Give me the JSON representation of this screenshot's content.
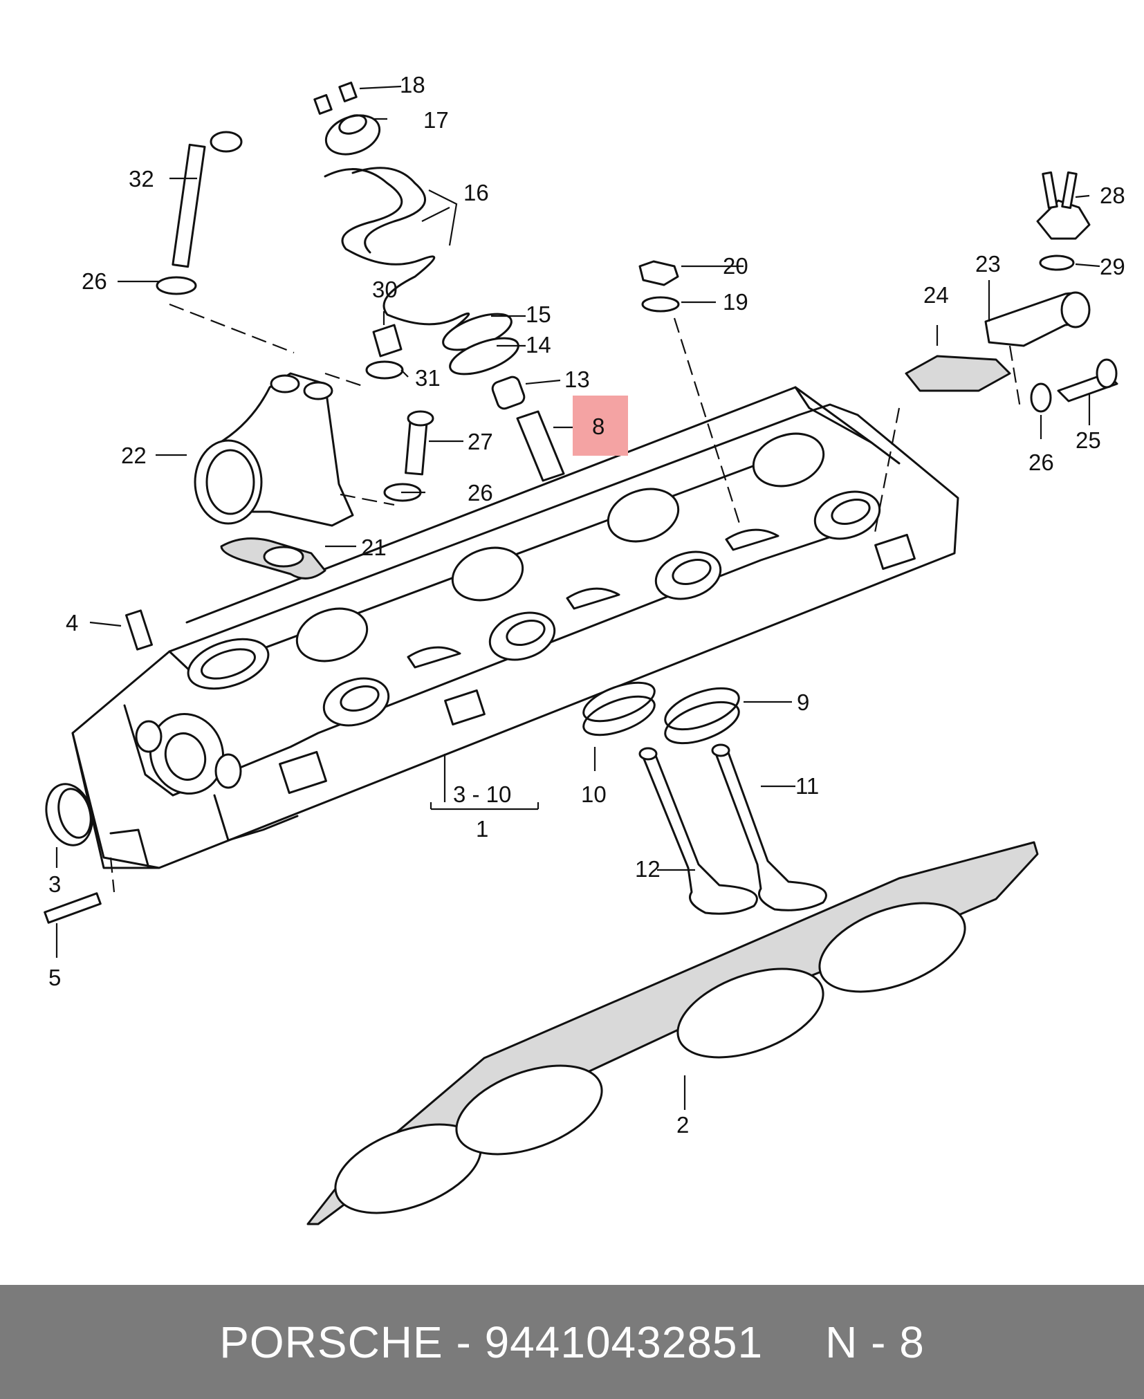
{
  "footer": {
    "brand": "PORSCHE",
    "separator": " - ",
    "part_number": "94410432851",
    "position_code": "N - 8"
  },
  "highlighted_part": "8",
  "colors": {
    "highlight": "#f4a3a3",
    "footer_bg": "#7b7b7b",
    "footer_text": "#ffffff"
  },
  "callouts": {
    "c1": "1",
    "c2": "2",
    "c3": "3",
    "c3_10": "3  - 10",
    "c4": "4",
    "c5": "5",
    "c8": "8",
    "c9": "9",
    "c10": "10",
    "c11": "11",
    "c12": "12",
    "c13": "13",
    "c14": "14",
    "c15": "15",
    "c16": "16",
    "c17": "17",
    "c18": "18",
    "c19": "19",
    "c20": "20",
    "c21": "21",
    "c22": "22",
    "c23": "23",
    "c24": "24",
    "c25": "25",
    "c26a": "26",
    "c26b": "26",
    "c26c": "26",
    "c27": "27",
    "c28": "28",
    "c29": "29",
    "c30": "30",
    "c31": "31",
    "c32": "32"
  }
}
